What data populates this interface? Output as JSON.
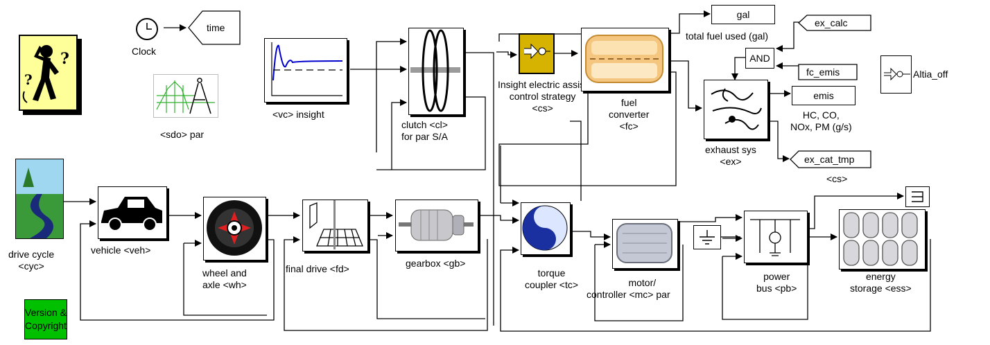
{
  "clock": {
    "label": "Clock"
  },
  "goto_time": {
    "tag": "time"
  },
  "sdo": {
    "label": "<sdo> par"
  },
  "vc": {
    "label": "<vc> insight"
  },
  "clutch": {
    "line1": "clutch <cl>",
    "line2": "for par S/A"
  },
  "assist": {
    "line1": "Insight electric assist",
    "line2": "control strategy",
    "line3": "<cs>"
  },
  "fuel_converter": {
    "line1": "fuel",
    "line2": "converter",
    "line3": "<fc>"
  },
  "gal_block": {
    "text": "gal"
  },
  "total_fuel": {
    "label": "total fuel used (gal)"
  },
  "ex_calc": {
    "tag": "ex_calc"
  },
  "and_block": {
    "text": "AND"
  },
  "fc_emis": {
    "tag": "fc_emis"
  },
  "exhaust": {
    "line1": "exhaust sys",
    "line2": "<ex>"
  },
  "emis_block": {
    "text": "emis"
  },
  "emis_label": {
    "line1": "HC, CO,",
    "line2": "NOx, PM (g/s)"
  },
  "ex_cat_tmp": {
    "tag": "ex_cat_tmp",
    "sub": "<cs>"
  },
  "altia": {
    "tag": "Altia_off"
  },
  "drive_cycle": {
    "line1": "drive cycle",
    "line2": "<cyc>"
  },
  "vehicle": {
    "label": "vehicle <veh>"
  },
  "wheel": {
    "line1": "wheel and",
    "line2": "axle <wh>"
  },
  "final_drive": {
    "label": "final drive <fd>"
  },
  "gearbox": {
    "label": "gearbox <gb>"
  },
  "torque_coupler": {
    "line1": "torque",
    "line2": "coupler <tc>"
  },
  "motor": {
    "line1": "motor/",
    "line2": "controller <mc> par"
  },
  "power_bus": {
    "line1": "power",
    "line2": "bus <pb>"
  },
  "energy_storage": {
    "line1": "energy",
    "line2": "storage <ess>"
  },
  "version": {
    "line1": "Version &",
    "line2": "Copyright"
  },
  "colors": {
    "help_bg": "#ffff99",
    "assist_bg": "#d6b300",
    "version_bg": "#00c000",
    "scope_line": "#0000cc"
  },
  "icons": {
    "help": "confused-figure-icon",
    "clock": "clock-icon",
    "sdo": "dividers-chart-icon",
    "scope": "scope-step-response-icon",
    "clutch": "clutch-discs-icon",
    "assist": "switch-logic-icon",
    "fuel": "engine-block-icon",
    "exhaust": "exhaust-swirl-icon",
    "drive": "road-icon",
    "car": "car-icon",
    "wheel": "wheel-icon",
    "final": "final-drive-icon",
    "gearbox": "gearbox-icon",
    "coupler": "yin-yang-coupler-icon",
    "motor": "motor-icon",
    "bus": "power-bus-icon",
    "battery": "battery-cells-icon",
    "ground": "ground-icon",
    "terminator": "terminator-icon"
  }
}
